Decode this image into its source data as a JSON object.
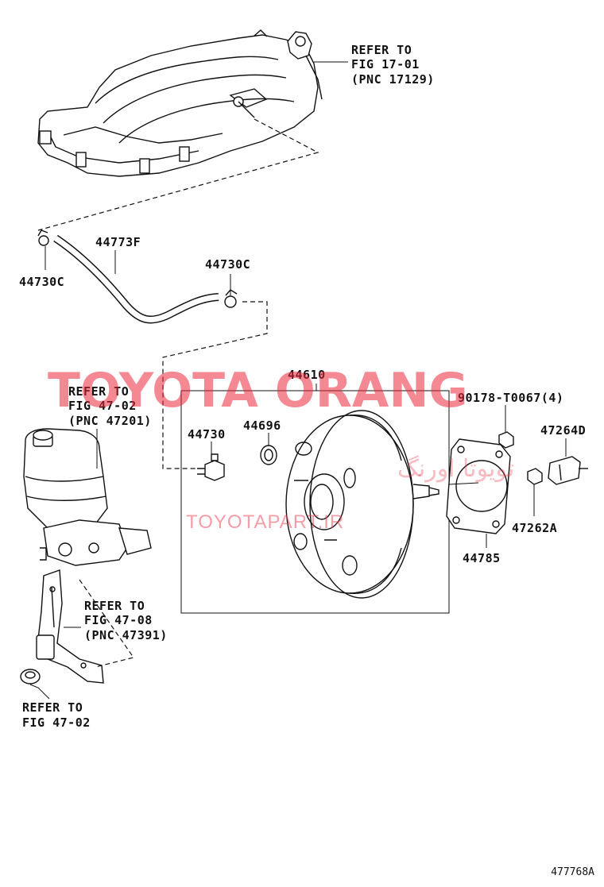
{
  "diagram": {
    "refs": {
      "ref_17": {
        "line1": "REFER TO",
        "line2": "FIG 17-01",
        "line3": "(PNC 17129)"
      },
      "ref_47_02_a": {
        "line1": "REFER TO",
        "line2": "FIG 47-02",
        "line3": "(PNC 47201)"
      },
      "ref_47_08": {
        "line1": "REFER TO",
        "line2": "FIG 47-08",
        "line3": "(PNC 47391)"
      },
      "ref_47_02_b": {
        "line1": "REFER TO",
        "line2": "FIG 47-02"
      }
    },
    "parts": {
      "p44730c_left": "44730C",
      "p44773f": "44773F",
      "p44730c_right": "44730C",
      "p44610": "44610",
      "p44730": "44730",
      "p44696": "44696",
      "p90178": "90178-T0067(4)",
      "p47264d": "47264D",
      "p47262a": "47262A",
      "p44785": "44785"
    },
    "figure_id": "477768A"
  },
  "watermark": {
    "brand": "TOYOTA ORANG",
    "persian": "تویوتا اورنگ",
    "site": "TOYOTAPART.IR"
  }
}
